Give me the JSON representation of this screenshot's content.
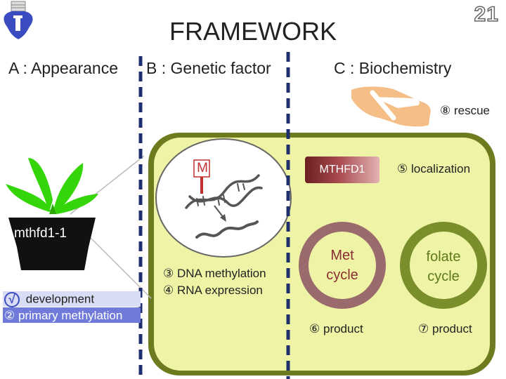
{
  "header": {
    "title": "FRAMEWORK",
    "page_number": "21"
  },
  "sections": {
    "a": "A : Appearance",
    "b": "B : Genetic factor",
    "c": "C : Biochemistry"
  },
  "plant": {
    "label": "mthfd1-1"
  },
  "left_list": {
    "item1_mark": "√",
    "item1_text": "development",
    "item2_num": "②",
    "item2_text": "primary methylation"
  },
  "genetic": {
    "mutation_mark": "M",
    "item3_num": "③",
    "item3_text": "DNA methylation",
    "item4_num": "④",
    "item4_text": "RNA expression"
  },
  "biochem": {
    "enzyme": "MTHFD1",
    "item5_num": "⑤",
    "item5_text": "localization",
    "item6_num": "⑥",
    "item6_text": "product",
    "item7_num": "⑦",
    "item7_text": "product",
    "item8_num": "⑧",
    "item8_text": "rescue",
    "met_cycle": "Met cycle",
    "folate_cycle": "folate cycle"
  },
  "colors": {
    "cell_fill": "#eef3a6",
    "cell_stroke": "#6e7a1e",
    "met_ring": "#9b6a6c",
    "folate_ring": "#7a8f2c",
    "divider": "#1f2f6e",
    "plant_green": "#34d60a",
    "pot": "#111111"
  }
}
